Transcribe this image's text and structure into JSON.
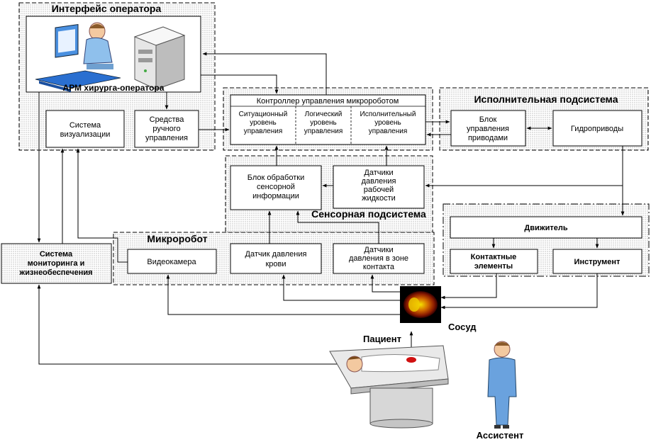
{
  "groups": {
    "operator_interface": "Интерфейс оператора",
    "executive_subsystem": "Исполнительная подсистема",
    "sensor_subsystem": "Сенсорная подсистема",
    "microrobot": "Микроробот"
  },
  "blocks": {
    "arm": "АРМ хирурга-оператора",
    "visualization": [
      "Система",
      "визуализации"
    ],
    "manual_control": [
      "Средства",
      "ручного",
      "управления"
    ],
    "controller_title": "Контроллер управления микророботом",
    "situational": [
      "Ситуационный",
      "уровень",
      "управления"
    ],
    "logical": [
      "Логический",
      "уровень",
      "управления"
    ],
    "executive_level": [
      "Исполнительный",
      "уровень",
      "управления"
    ],
    "drive_control": [
      "Блок",
      "управления",
      "приводами"
    ],
    "hydro": "Гидроприводы",
    "sensor_processing": [
      "Блок обработки",
      "сенсорной",
      "информации"
    ],
    "fluid_pressure": [
      "Датчики",
      "давления",
      "рабочей",
      "жидкости"
    ],
    "mover": "Движитель",
    "contact_elements": [
      "Контактные",
      "элементы"
    ],
    "instrument": "Инструмент",
    "monitoring": [
      "Система",
      "мониторинга и",
      "жизнеобеспечения"
    ],
    "videocamera": "Видеокамера",
    "blood_pressure": [
      "Датчик давления",
      "крови"
    ],
    "contact_pressure": [
      "Датчики",
      "давления в зоне",
      "контакта"
    ]
  },
  "labels": {
    "vessel": "Сосуд",
    "patient": "Пациент",
    "assistant": "Ассистент"
  },
  "icons": [
    "surgeon-workstation-icon",
    "server-computer-icon",
    "vessel-image",
    "patient-on-table-icon",
    "assistant-person-icon"
  ]
}
